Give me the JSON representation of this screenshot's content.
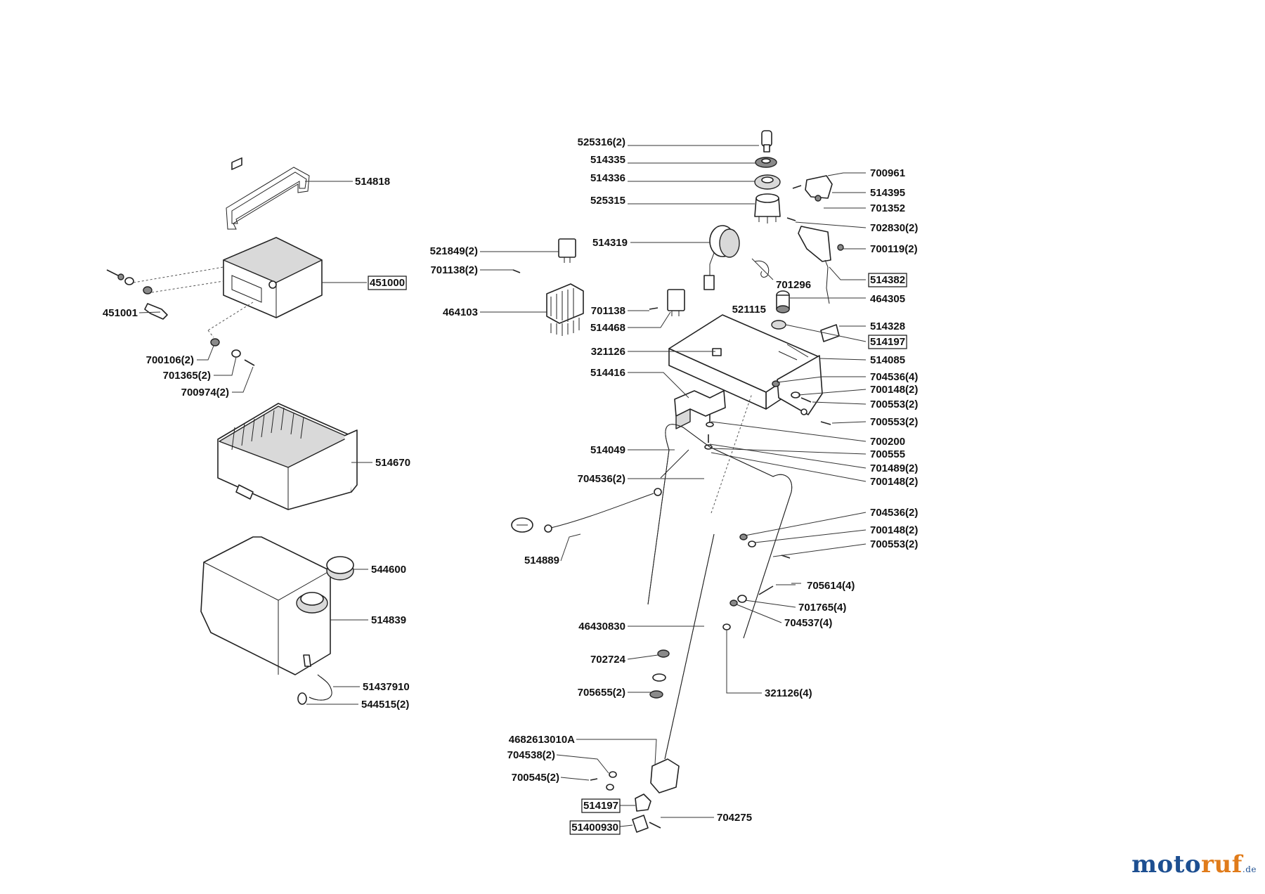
{
  "labels": [
    {
      "id": "l-525316",
      "text": "525316(2)",
      "boxed": false
    },
    {
      "id": "l-514335",
      "text": "514335",
      "boxed": false
    },
    {
      "id": "l-514336",
      "text": "514336",
      "boxed": false
    },
    {
      "id": "l-525315",
      "text": "525315",
      "boxed": false
    },
    {
      "id": "l-514818",
      "text": "514818",
      "boxed": false
    },
    {
      "id": "l-521849",
      "text": "521849(2)",
      "boxed": false
    },
    {
      "id": "l-701138a",
      "text": "701138(2)",
      "boxed": false
    },
    {
      "id": "l-514319",
      "text": "514319",
      "boxed": false
    },
    {
      "id": "l-451000",
      "text": "451000",
      "boxed": true
    },
    {
      "id": "l-451001",
      "text": "451001",
      "boxed": false
    },
    {
      "id": "l-464103",
      "text": "464103",
      "boxed": false
    },
    {
      "id": "l-701138b",
      "text": "701138",
      "boxed": false
    },
    {
      "id": "l-514468",
      "text": "514468",
      "boxed": false
    },
    {
      "id": "l-521115",
      "text": "521115",
      "boxed": false
    },
    {
      "id": "l-701296",
      "text": "701296",
      "boxed": false
    },
    {
      "id": "l-700961",
      "text": "700961",
      "boxed": false
    },
    {
      "id": "l-514395",
      "text": "514395",
      "boxed": false
    },
    {
      "id": "l-701352",
      "text": "701352",
      "boxed": false
    },
    {
      "id": "l-702830",
      "text": "702830(2)",
      "boxed": false
    },
    {
      "id": "l-700119",
      "text": "700119(2)",
      "boxed": false
    },
    {
      "id": "l-514382",
      "text": "514382",
      "boxed": true
    },
    {
      "id": "l-464305",
      "text": "464305",
      "boxed": false
    },
    {
      "id": "l-514328",
      "text": "514328",
      "boxed": false
    },
    {
      "id": "l-514197a",
      "text": "514197",
      "boxed": true
    },
    {
      "id": "l-514085",
      "text": "514085",
      "boxed": false
    },
    {
      "id": "l-321126",
      "text": "321126",
      "boxed": false
    },
    {
      "id": "l-514416",
      "text": "514416",
      "boxed": false
    },
    {
      "id": "l-700106",
      "text": "700106(2)",
      "boxed": false
    },
    {
      "id": "l-701365",
      "text": "701365(2)",
      "boxed": false
    },
    {
      "id": "l-700974",
      "text": "700974(2)",
      "boxed": false
    },
    {
      "id": "l-704536a",
      "text": "704536(4)",
      "boxed": false
    },
    {
      "id": "l-700148a",
      "text": "700148(2)",
      "boxed": false
    },
    {
      "id": "l-700553a",
      "text": "700553(2)",
      "boxed": false
    },
    {
      "id": "l-700553b",
      "text": "700553(2)",
      "boxed": false
    },
    {
      "id": "l-700200",
      "text": "700200",
      "boxed": false
    },
    {
      "id": "l-514049",
      "text": "514049",
      "boxed": false
    },
    {
      "id": "l-700555",
      "text": "700555",
      "boxed": false
    },
    {
      "id": "l-701489",
      "text": "701489(2)",
      "boxed": false
    },
    {
      "id": "l-700148b",
      "text": "700148(2)",
      "boxed": false
    },
    {
      "id": "l-514670",
      "text": "514670",
      "boxed": false
    },
    {
      "id": "l-704536b",
      "text": "704536(2)",
      "boxed": false
    },
    {
      "id": "l-704536c",
      "text": "704536(2)",
      "boxed": false
    },
    {
      "id": "l-700148c",
      "text": "700148(2)",
      "boxed": false
    },
    {
      "id": "l-700553c",
      "text": "700553(2)",
      "boxed": false
    },
    {
      "id": "l-514889",
      "text": "514889",
      "boxed": false
    },
    {
      "id": "l-544600",
      "text": "544600",
      "boxed": false
    },
    {
      "id": "l-705614",
      "text": "705614(4)",
      "boxed": false
    },
    {
      "id": "l-701765",
      "text": "701765(4)",
      "boxed": false
    },
    {
      "id": "l-704537",
      "text": "704537(4)",
      "boxed": false
    },
    {
      "id": "l-514839",
      "text": "514839",
      "boxed": false
    },
    {
      "id": "l-46430830",
      "text": "46430830",
      "boxed": false
    },
    {
      "id": "l-702724",
      "text": "702724",
      "boxed": false
    },
    {
      "id": "l-51437910",
      "text": "51437910",
      "boxed": false
    },
    {
      "id": "l-705655",
      "text": "705655(2)",
      "boxed": false
    },
    {
      "id": "l-321126b",
      "text": "321126(4)",
      "boxed": false
    },
    {
      "id": "l-544515",
      "text": "544515(2)",
      "boxed": false
    },
    {
      "id": "l-4682613010A",
      "text": "4682613010A",
      "boxed": false
    },
    {
      "id": "l-704538",
      "text": "704538(2)",
      "boxed": false
    },
    {
      "id": "l-700545",
      "text": "700545(2)",
      "boxed": false
    },
    {
      "id": "l-514197b",
      "text": "514197",
      "boxed": true
    },
    {
      "id": "l-51400930",
      "text": "51400930",
      "boxed": true
    },
    {
      "id": "l-704275",
      "text": "704275",
      "boxed": false
    }
  ],
  "logo": {
    "part1": "moto",
    "part2": "ruf",
    "part3": "",
    "tld": ".de"
  }
}
